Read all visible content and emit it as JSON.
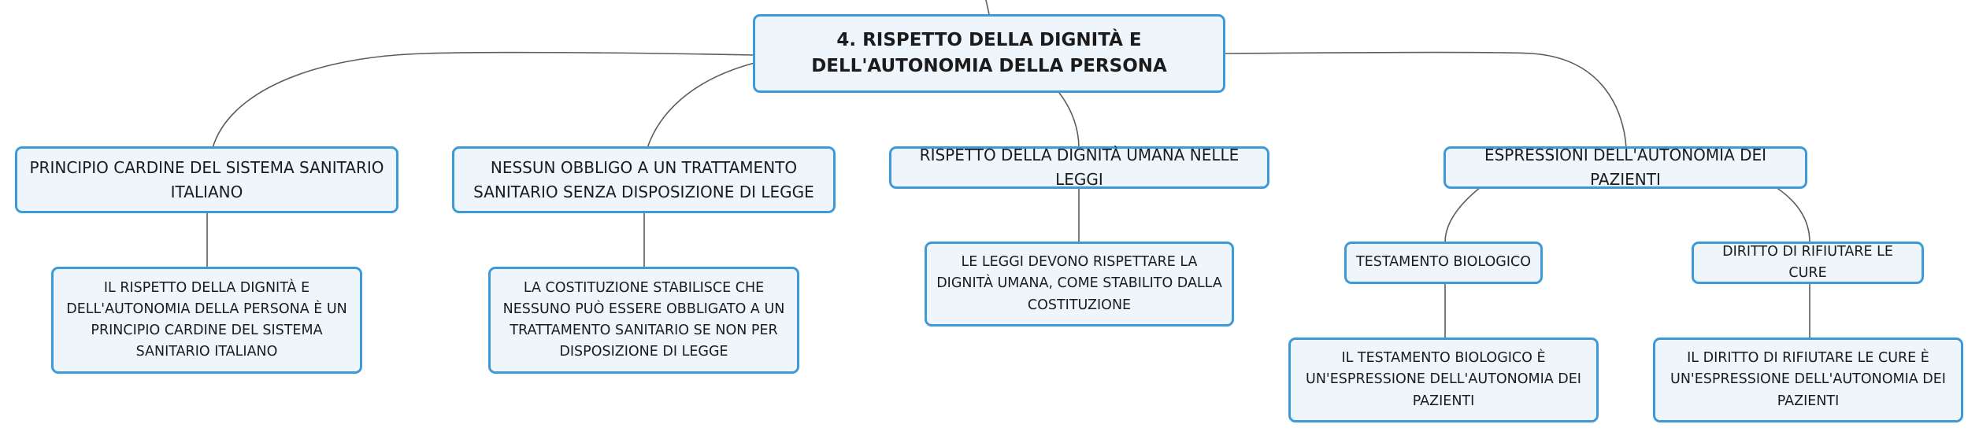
{
  "map": {
    "root": "4. RISPETTO DELLA DIGNITÀ E DELL'AUTONOMIA DELLA PERSONA",
    "branch1": {
      "title": "PRINCIPIO CARDINE DEL SISTEMA SANITARIO ITALIANO",
      "detail": "IL RISPETTO DELLA DIGNITÀ E DELL'AUTONOMIA DELLA PERSONA È UN PRINCIPIO CARDINE DEL SISTEMA SANITARIO ITALIANO"
    },
    "branch2": {
      "title": "NESSUN OBBLIGO A UN TRATTAMENTO SANITARIO SENZA DISPOSIZIONE DI LEGGE",
      "detail": "LA COSTITUZIONE STABILISCE CHE NESSUNO PUÒ ESSERE OBBLIGATO A UN TRATTAMENTO SANITARIO SE NON PER DISPOSIZIONE DI LEGGE"
    },
    "branch3": {
      "title": "RISPETTO DELLA DIGNITÀ UMANA NELLE LEGGI",
      "detail": "LE LEGGI DEVONO RISPETTARE LA DIGNITÀ UMANA, COME STABILITO DALLA COSTITUZIONE"
    },
    "branch4": {
      "title": "ESPRESSIONI DELL'AUTONOMIA DEI PAZIENTI",
      "sub1": {
        "title": "TESTAMENTO BIOLOGICO",
        "detail": "IL TESTAMENTO BIOLOGICO È UN'ESPRESSIONE DELL'AUTONOMIA DEI PAZIENTI"
      },
      "sub2": {
        "title": "DIRITTO DI RIFIUTARE LE CURE",
        "detail": "IL DIRITTO DI RIFIUTARE LE CURE È UN'ESPRESSIONE DELL'AUTONOMIA DEI PAZIENTI"
      }
    }
  }
}
